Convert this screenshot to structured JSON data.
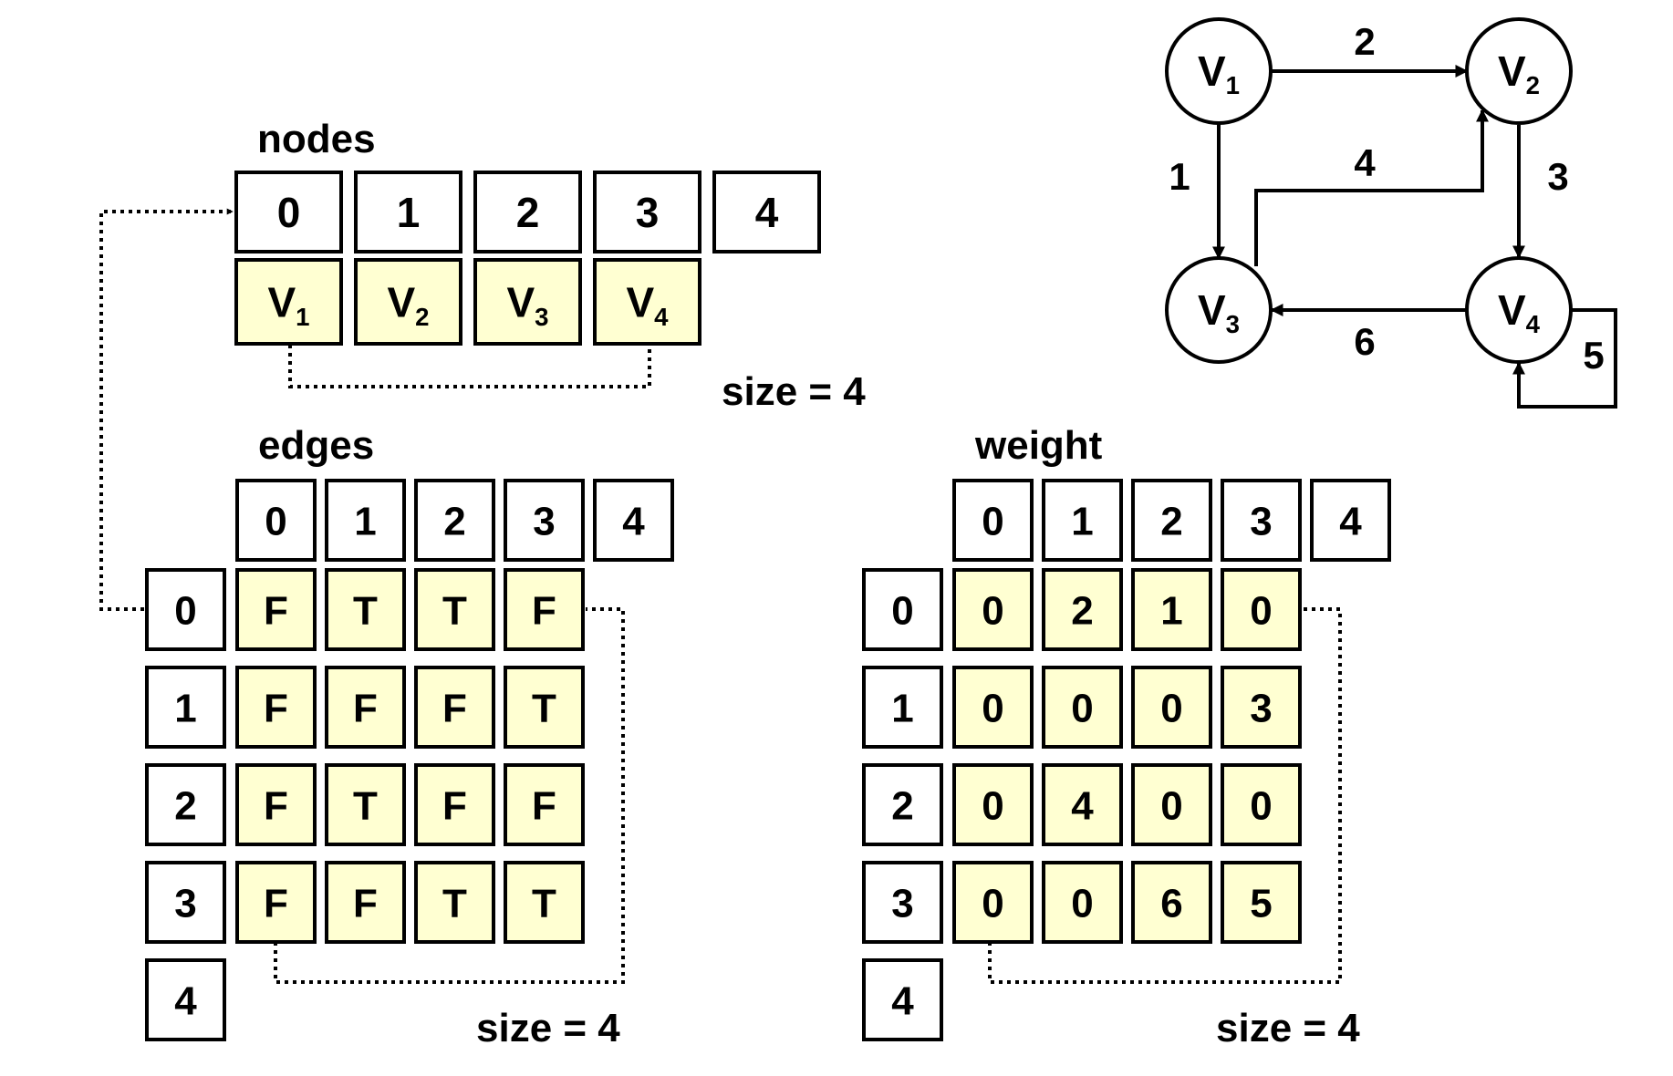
{
  "nodes": {
    "title": "nodes",
    "indices": [
      "0",
      "1",
      "2",
      "3",
      "4"
    ],
    "values": [
      {
        "main": "V",
        "sub": "1"
      },
      {
        "main": "V",
        "sub": "2"
      },
      {
        "main": "V",
        "sub": "3"
      },
      {
        "main": "V",
        "sub": "4"
      }
    ],
    "size_label": "size = 4"
  },
  "edges": {
    "title": "edges",
    "col_indices": [
      "0",
      "1",
      "2",
      "3",
      "4"
    ],
    "row_indices": [
      "0",
      "1",
      "2",
      "3",
      "4"
    ],
    "cells": [
      [
        "F",
        "T",
        "T",
        "F"
      ],
      [
        "F",
        "F",
        "F",
        "T"
      ],
      [
        "F",
        "T",
        "F",
        "F"
      ],
      [
        "F",
        "F",
        "T",
        "T"
      ]
    ],
    "size_label": "size = 4"
  },
  "weight": {
    "title": "weight",
    "col_indices": [
      "0",
      "1",
      "2",
      "3",
      "4"
    ],
    "row_indices": [
      "0",
      "1",
      "2",
      "3",
      "4"
    ],
    "cells": [
      [
        "0",
        "2",
        "1",
        "0"
      ],
      [
        "0",
        "0",
        "0",
        "3"
      ],
      [
        "0",
        "4",
        "0",
        "0"
      ],
      [
        "0",
        "0",
        "6",
        "5"
      ]
    ],
    "size_label": "size = 4"
  },
  "graph": {
    "vertices": [
      {
        "main": "V",
        "sub": "1"
      },
      {
        "main": "V",
        "sub": "2"
      },
      {
        "main": "V",
        "sub": "3"
      },
      {
        "main": "V",
        "sub": "4"
      }
    ],
    "edge_labels": {
      "v1_v2": "2",
      "v1_v3": "1",
      "v3_v2": "4",
      "v2_v4": "3",
      "v4_v3": "6",
      "v4_v4": "5"
    }
  },
  "colors": {
    "cell_fill": "#FFFFD2",
    "index_fill": "#FFFFFF",
    "stroke": "#000000"
  }
}
